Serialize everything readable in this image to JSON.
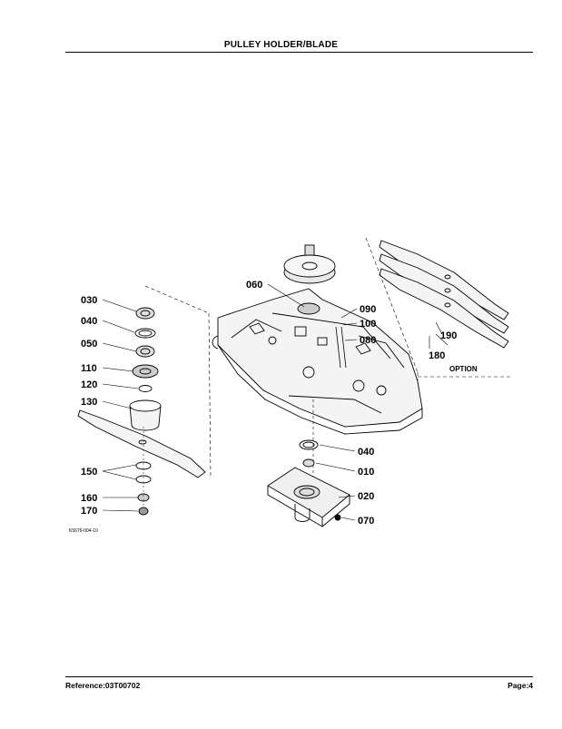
{
  "header": {
    "title": "PULLEY HOLDER/BLADE"
  },
  "footer": {
    "reference": "Reference:03T00702",
    "page": "Page:4"
  },
  "figure": {
    "code": "K5676-004-10",
    "option_label": "OPTION",
    "callouts": {
      "c030": "030",
      "c040a": "040",
      "c050": "050",
      "c110": "110",
      "c120": "120",
      "c130": "130",
      "c150": "150",
      "c160": "160",
      "c170": "170",
      "c060": "060",
      "c090": "090",
      "c100": "100",
      "c080": "080",
      "c040b": "040",
      "c010": "010",
      "c020": "020",
      "c070": "070",
      "c190": "190",
      "c180": "180"
    }
  }
}
